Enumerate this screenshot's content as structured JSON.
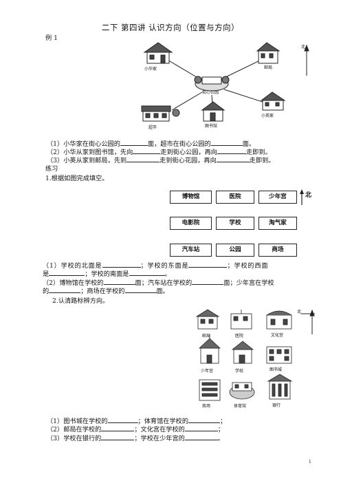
{
  "title": "二下 第四讲 认识方向（位置与方向）",
  "example_label": "例 1",
  "example_map": {
    "center": "街心公园",
    "houses": [
      "小华家",
      "邮局",
      "小英家",
      "图书馆",
      "超市"
    ],
    "north": "北"
  },
  "example_questions": [
    {
      "a": "（1）小华家在街心公园的",
      "b": "面，超市在街心公园的",
      "c": "面。"
    },
    {
      "a": "（2）小华从家到图书馆，先向",
      "b": "走到街心公园，再向",
      "c": "走即到。"
    },
    {
      "a": "（3）小英从家到邮局，先到",
      "b": "走到街心花园，再向",
      "c": "走即到。"
    }
  ],
  "practice_label": "练习",
  "q1_title": "1.根据如图完成填空。",
  "grid": [
    [
      "博物馆",
      "医院",
      "少年宫"
    ],
    [
      "电影院",
      "学校",
      "淘气家"
    ],
    [
      "汽车站",
      "公园",
      "商场"
    ]
  ],
  "grid_north": "北",
  "q1_lines": {
    "l1a": "（1）学校的北面是",
    "l1b": "；学校的东面是",
    "l1c": "；学校的西面",
    "l2a": "是",
    "l2b": "；学校的南面是",
    "l2c": "。",
    "l3a": "（2）博物馆在学校的",
    "l3b": "面；汽车站在学校的",
    "l3c": "面；少年宫在学校",
    "l4a": "的",
    "l4b": "；商场在学校的",
    "l4c": "面。"
  },
  "q2_title": "2.认清路标辨方向。",
  "q2_map": {
    "labels": [
      "邮局",
      "医院",
      "文化宫",
      "少年宫",
      "学校",
      "图书城",
      "商场",
      "体育馆",
      "银行"
    ],
    "north": "北"
  },
  "q2_lines": [
    {
      "a": "（1）图书城在学校的",
      "b": "；体育馆在学校的",
      "c": "；"
    },
    {
      "a": "（2）邮局在学校的",
      "b": "；文化宫在学校的",
      "c": "；"
    },
    {
      "a": "（3）学校在银行的",
      "b": "；学校在少年宫的",
      "c": "。"
    }
  ],
  "page_number": "1"
}
